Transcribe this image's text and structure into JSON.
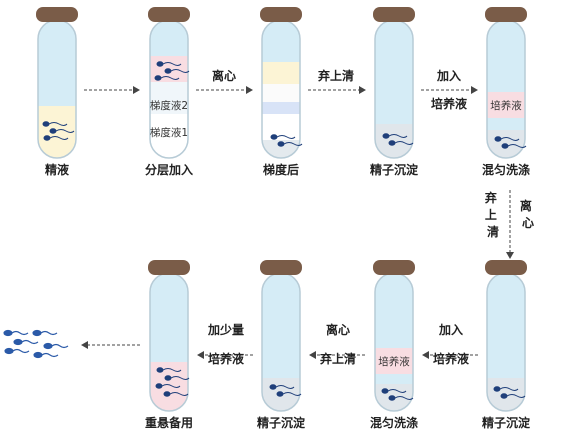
{
  "tubes": {
    "t1": {
      "label": "精液"
    },
    "t2": {
      "label": "分层加入",
      "layer_upper": "梯度液2",
      "layer_lower": "梯度液1"
    },
    "t3": {
      "label": "梯度后"
    },
    "t4": {
      "label": "精子沉淀"
    },
    "t5": {
      "label": "混匀洗涤",
      "layer": "培养液"
    },
    "t6": {
      "label": "精子沉淀"
    },
    "t7": {
      "label": "混匀洗涤",
      "layer": "培养液"
    },
    "t8": {
      "label": "精子沉淀"
    },
    "t9": {
      "label": "重悬备用"
    }
  },
  "steps": {
    "s1": {
      "line1": "离心"
    },
    "s2": {
      "line1": "弃上清"
    },
    "s3": {
      "line1": "加入",
      "line2": "培养液"
    },
    "s4": {
      "left": "弃上清",
      "right": "离心"
    },
    "s5": {
      "line1": "加入",
      "line2": "培养液"
    },
    "s6": {
      "line1": "离心",
      "line2": "弃上清"
    },
    "s7": {
      "line1": "加少量",
      "line2": "培养液"
    }
  },
  "colors": {
    "tube_body": "#d5ecf6",
    "tube_cap": "#7a5c48",
    "sperm": "#1f3f7a",
    "layer_pink": "#f8dde2",
    "layer_yellow": "#fcf4d5",
    "layer_blue": "#d8e3f7",
    "sediment": "#d9e0e5"
  }
}
